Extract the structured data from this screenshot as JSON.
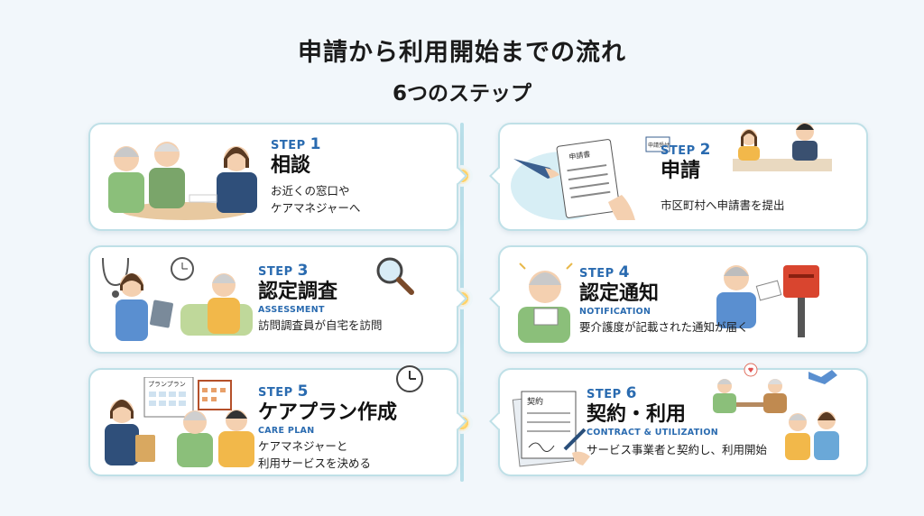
{
  "header": {
    "title": "申請から利用開始までの流れ",
    "subtitle": "6つのステップ"
  },
  "steps": [
    {
      "label": "STEP",
      "num": "1",
      "name": "相談",
      "en": "",
      "desc1": "お近くの窓口や",
      "desc2": "ケアマネジャーへ"
    },
    {
      "label": "STEP",
      "num": "2",
      "name": "申請",
      "en": "",
      "desc1": "市区町村へ申請書を提出",
      "desc2": "",
      "form_title": "申請書",
      "sign_text": "申請受付"
    },
    {
      "label": "STEP",
      "num": "3",
      "name": "認定調査",
      "en": "ASSESSMENT",
      "desc1": "訪問調査員が自宅を訪問",
      "desc2": ""
    },
    {
      "label": "STEP",
      "num": "4",
      "name": "認定通知",
      "en": "NOTIFICATION",
      "desc1": "要介護度が記載された通知が届く",
      "desc2": ""
    },
    {
      "label": "STEP",
      "num": "5",
      "name": "ケアプラン作成",
      "en": "CARE PLAN",
      "desc1": "ケアマネジャーと",
      "desc2": "利用サービスを決める",
      "plan_title": "プランプラン"
    },
    {
      "label": "STEP",
      "num": "6",
      "name": "契約・利用",
      "en": "CONTRACT & UTILIZATION",
      "desc1": "サービス事業者と契約し、利用開始",
      "desc2": "",
      "doc_title": "契約"
    }
  ],
  "colors": {
    "accent": "#2a6bb0",
    "border": "#bfe0e7",
    "background": "#f2f7fb",
    "timeline": "#b9dfe9"
  }
}
